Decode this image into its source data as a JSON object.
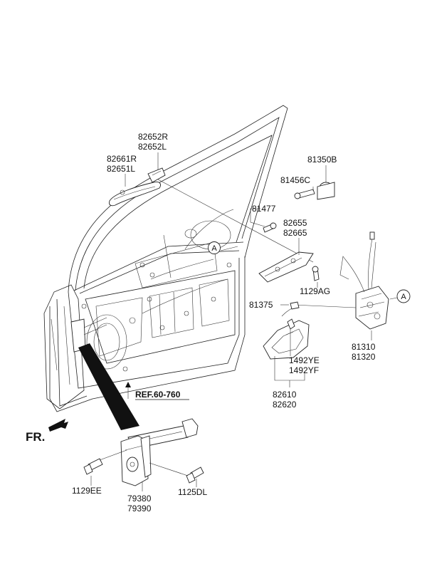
{
  "labels": {
    "p82652": [
      "82652R",
      "82652L"
    ],
    "p82661": [
      "82661R",
      "82651L"
    ],
    "p81350": [
      "81350B"
    ],
    "p81456": [
      "81456C"
    ],
    "p81477": [
      "81477"
    ],
    "p82655": [
      "82655",
      "82665"
    ],
    "p1129ag": [
      "1129AG"
    ],
    "p81375": [
      "81375"
    ],
    "p81310": [
      "81310",
      "81320"
    ],
    "p1492": [
      "1492YE",
      "1492YF"
    ],
    "p82610": [
      "82610",
      "82620"
    ],
    "p1129ee": [
      "1129EE"
    ],
    "p79380": [
      "79380",
      "79390"
    ],
    "p1125dl": [
      "1125DL"
    ]
  },
  "ref_label": "REF.60-760",
  "direction_label": "FR.",
  "callout_letter": "A"
}
